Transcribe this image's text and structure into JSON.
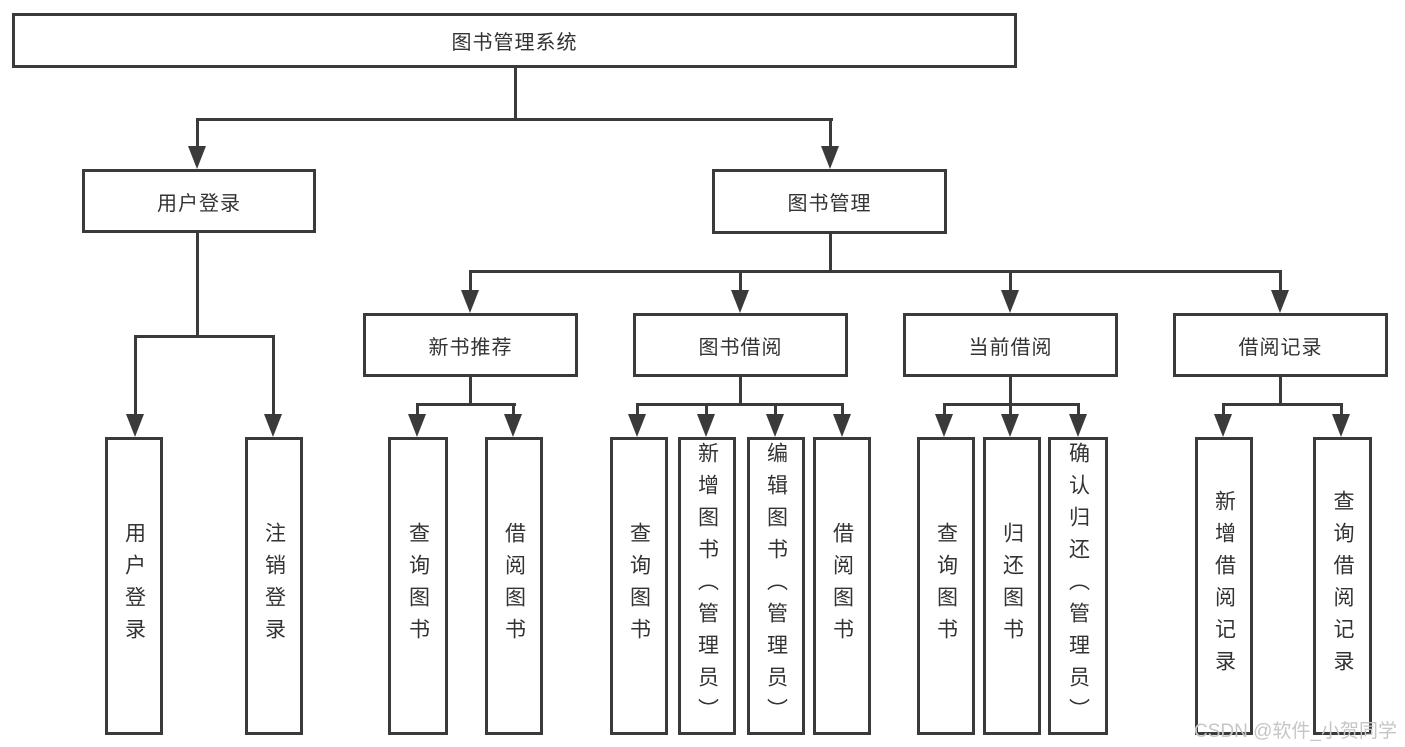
{
  "diagram": {
    "title": "图书管理系统",
    "root": {
      "label": "图书管理系统"
    },
    "branches": [
      {
        "label": "用户登录",
        "children": [
          {
            "label": "用户登录"
          },
          {
            "label": "注销登录"
          }
        ]
      },
      {
        "label": "图书管理",
        "children": [
          {
            "label": "新书推荐",
            "children": [
              {
                "label": "查询图书"
              },
              {
                "label": "借阅图书"
              }
            ]
          },
          {
            "label": "图书借阅",
            "children": [
              {
                "label": "查询图书"
              },
              {
                "label": "新增图书（管理员）"
              },
              {
                "label": "编辑图书（管理员）"
              },
              {
                "label": "借阅图书"
              }
            ]
          },
          {
            "label": "当前借阅",
            "children": [
              {
                "label": "查询图书"
              },
              {
                "label": "归还图书"
              },
              {
                "label": "确认归还（管理员）"
              }
            ]
          },
          {
            "label": "借阅记录",
            "children": [
              {
                "label": "新增借阅记录"
              },
              {
                "label": "查询借阅记录"
              }
            ]
          }
        ]
      }
    ]
  },
  "watermark": {
    "text": "CSDN @软件_小贺同学"
  },
  "colors": {
    "line": "#3a3a3a",
    "box_border": "#3a3a3a",
    "box_fill": "#ffffff",
    "text": "#333333",
    "background": "#ffffff",
    "watermark": "#c6c6c6"
  }
}
